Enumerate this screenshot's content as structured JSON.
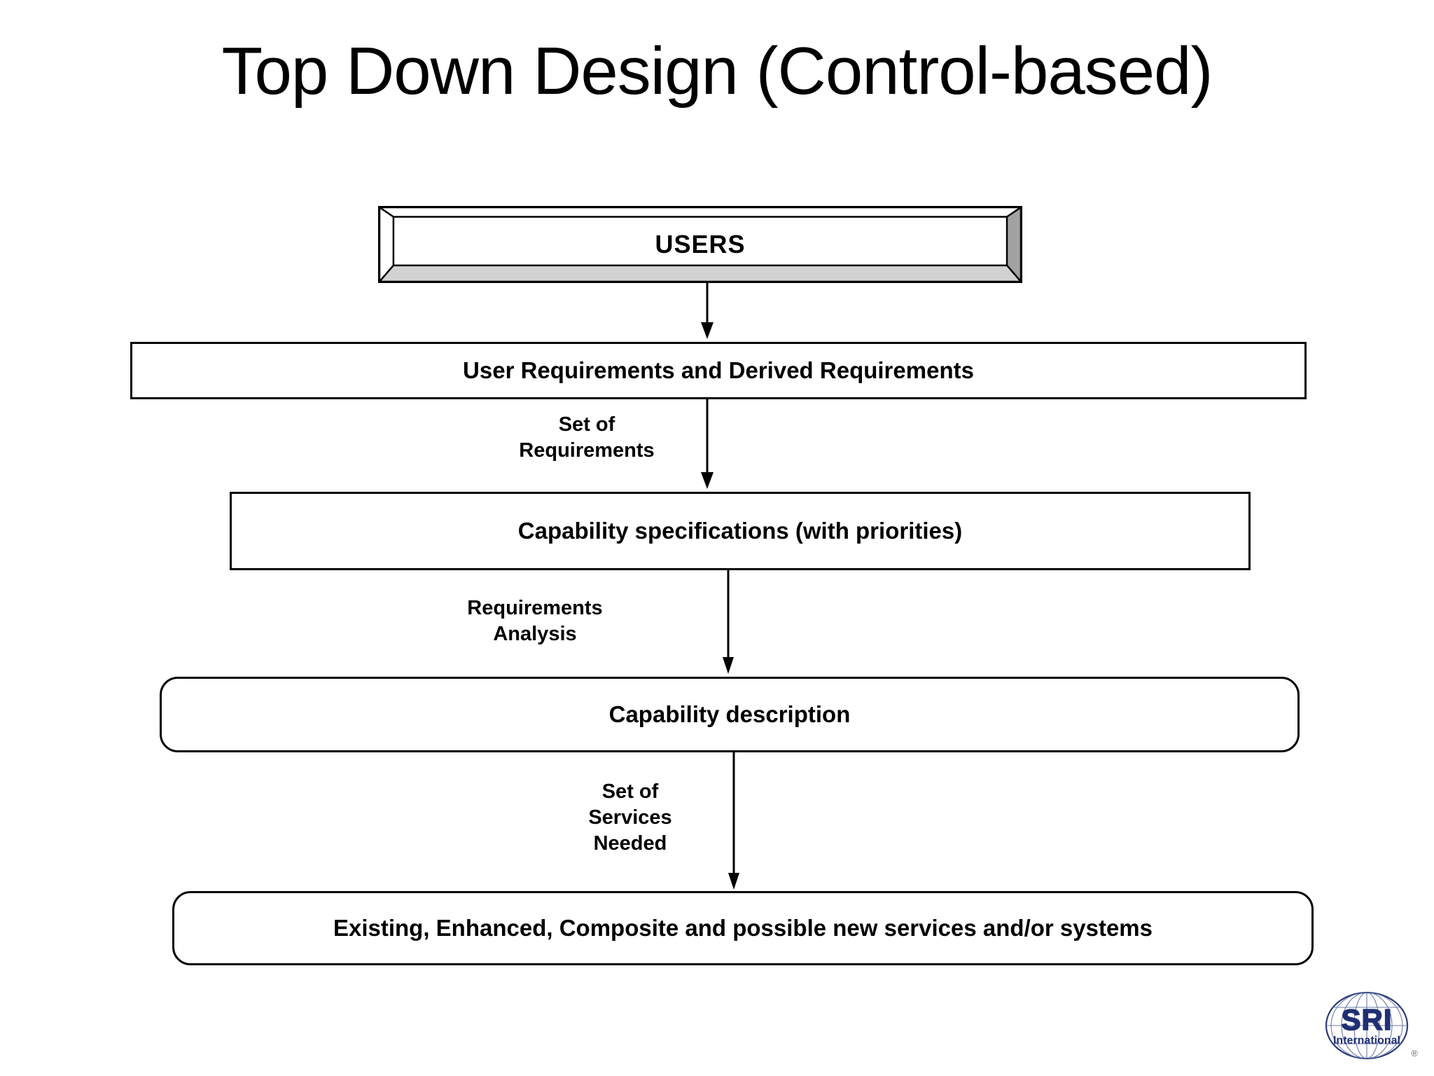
{
  "slide": {
    "title": "Top Down Design (Control-based)",
    "background_color": "#ffffff",
    "text_color": "#000000"
  },
  "diagram": {
    "type": "flowchart",
    "orientation": "top-down",
    "nodes": [
      {
        "id": "users",
        "label": "USERS",
        "shape": "beveled-3d-rectangle"
      },
      {
        "id": "requirements",
        "label": "User Requirements and Derived Requirements",
        "shape": "rectangle"
      },
      {
        "id": "capspec",
        "label": "Capability specifications (with priorities)",
        "shape": "rectangle"
      },
      {
        "id": "capdesc",
        "label": "Capability description",
        "shape": "rounded-rectangle"
      },
      {
        "id": "services",
        "label": "Existing, Enhanced, Composite and possible new services and/or systems",
        "shape": "rounded-rectangle"
      }
    ],
    "edges": [
      {
        "id": "e1",
        "from": "users",
        "to": "requirements",
        "label_lines": []
      },
      {
        "id": "e2",
        "from": "requirements",
        "to": "capspec",
        "label_lines": [
          "Set of",
          "Requirements"
        ]
      },
      {
        "id": "e3",
        "from": "capspec",
        "to": "capdesc",
        "label_lines": [
          "Requirements",
          "Analysis"
        ]
      },
      {
        "id": "e4",
        "from": "capdesc",
        "to": "services",
        "label_lines": [
          "Set of",
          "Services",
          "Needed"
        ]
      }
    ]
  },
  "edge_labels": {
    "e2_line1": "Set of",
    "e2_line2": "Requirements",
    "e3_line1": "Requirements",
    "e3_line2": "Analysis",
    "e4_line1": "Set of",
    "e4_line2": "Services",
    "e4_line3": "Needed"
  },
  "logo": {
    "name": "sri-international-logo",
    "primary_text": "SRI",
    "secondary_text": "International",
    "trademark": "®",
    "color": "#1f2f73"
  }
}
